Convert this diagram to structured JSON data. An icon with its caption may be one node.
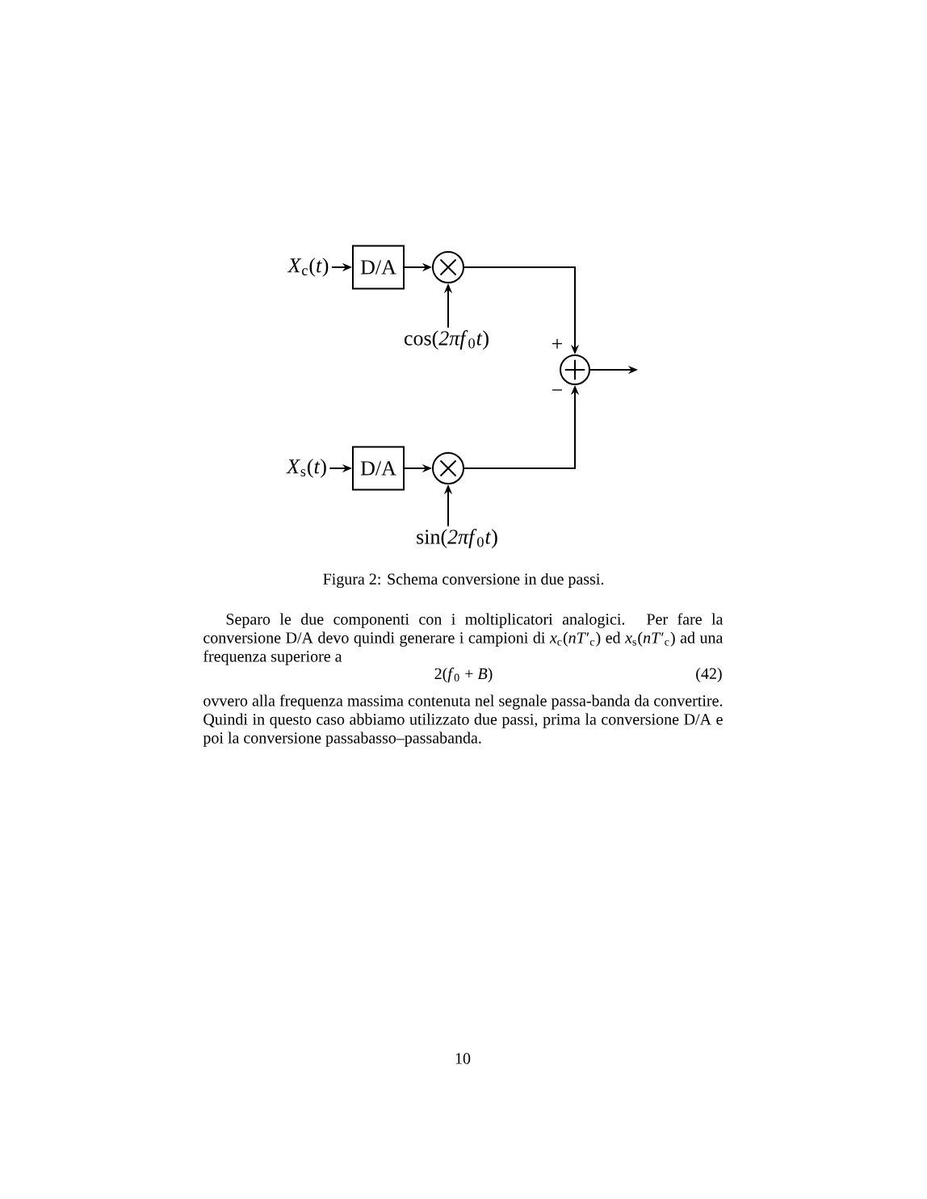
{
  "diagram": {
    "caption": "Figura 2: Schema conversione in due passi.",
    "nodes": [
      {
        "text": [
          "*X*$_{c}$(*t*)"
        ]
      },
      {
        "text": [
          "D/A"
        ]
      },
      {
        "text": [],
        "shape": "circle"
      },
      {
        "text": [
          "cos(*2πf*$_{0}$*t*)"
        ]
      },
      {
        "text": [],
        "shape": "circle"
      },
      {
        "text": [
          "*X*$_{s}$(*t*)"
        ]
      },
      {
        "text": [
          "D/A"
        ]
      },
      {
        "text": [],
        "shape": "circle"
      },
      {
        "text": [
          "sin(*2πf*$_{0}$*t*)"
        ]
      }
    ],
    "edges": [
      {
        "from": 0,
        "to": 1,
        "arrow": "to"
      },
      {
        "from": 1,
        "to": 2,
        "arrow": "to"
      },
      {
        "from": 3,
        "to": 2,
        "arrow": "to"
      },
      {
        "from": 2,
        "to": 4,
        "arrow": "to"
      },
      {
        "from": 5,
        "to": 6,
        "arrow": "to"
      },
      {
        "from": 6,
        "to": 7,
        "arrow": "to"
      },
      {
        "from": 8,
        "to": 7,
        "arrow": "to"
      },
      {
        "from": 7,
        "to": 4,
        "arrow": "to"
      },
      {
        "from": 4,
        "to": null,
        "arrow": "to"
      }
    ],
    "labels": [
      "+",
      "−",
      "Separo le due componenti con i moltiplicatori analogici. Per fare la conversione D/A devo quindi generare i campioni di *x*$_{c}$(*nT*′$_{c}$) ed *x*$_{s}$(*nT*′$_{c}$) ad una frequenza superiore a",
      "2(*f*$_{0}$ + *B*)",
      "(42)",
      "ovvero alla frequenza massima contenuta nel segnale passa-banda da convertire. Quindi in questo caso abbiamo utilizzato due passi, prima la conversione D/A e poi la conversione passabasso–passabanda.",
      "10"
    ]
  }
}
